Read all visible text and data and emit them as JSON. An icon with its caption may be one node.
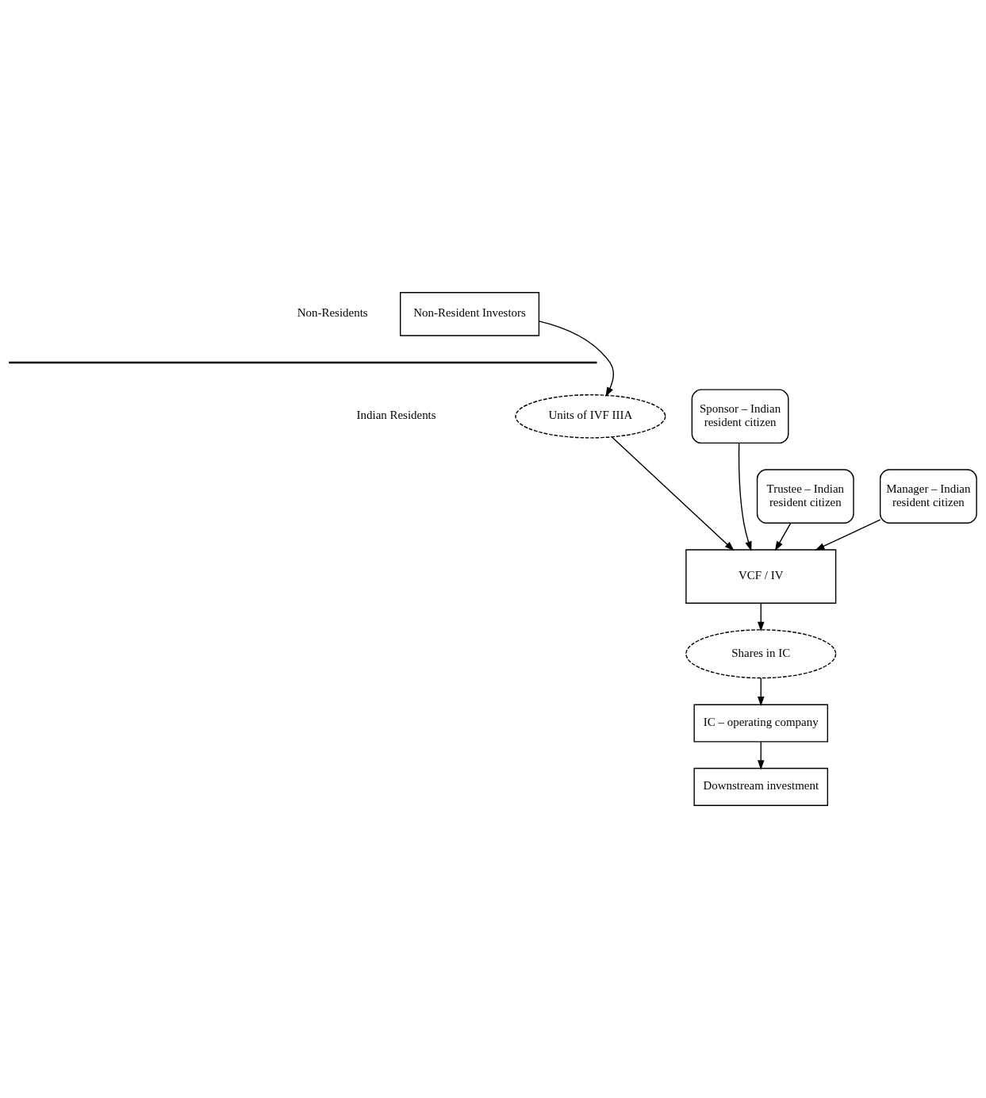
{
  "diagram": {
    "nodes": [
      {
        "text": [
          "Non-Resident Investors"
        ]
      },
      {
        "text": [
          "Units of IVF IIIA"
        ]
      },
      {
        "text": [
          "Sponsor – Indian resident citizen"
        ]
      },
      {
        "text": [
          "Trustee – Indian resident citizen"
        ]
      },
      {
        "text": [
          "Manager – Indian resident citizen"
        ]
      },
      {
        "text": [
          "VCF / IV"
        ]
      },
      {
        "text": [
          "Shares in IC"
        ]
      },
      {
        "text": [
          "IC – operating company"
        ]
      },
      {
        "text": [
          "Downstream investment"
        ]
      }
    ],
    "edges": [
      {
        "from": 0,
        "to": 1,
        "arrow": "to"
      },
      {
        "from": 1,
        "to": 5,
        "arrow": "to"
      },
      {
        "from": 3,
        "to": 5,
        "arrow": "to"
      },
      {
        "from": 2,
        "to": 5,
        "arrow": "to"
      },
      {
        "from": 4,
        "to": 5,
        "arrow": "to"
      },
      {
        "from": 5,
        "to": 6,
        "arrow": "to"
      },
      {
        "from": 6,
        "to": 7,
        "arrow": "to"
      },
      {
        "from": 7,
        "to": 8,
        "arrow": "to"
      }
    ],
    "labels": [
      "Non-Residents",
      "Indian Residents"
    ]
  }
}
